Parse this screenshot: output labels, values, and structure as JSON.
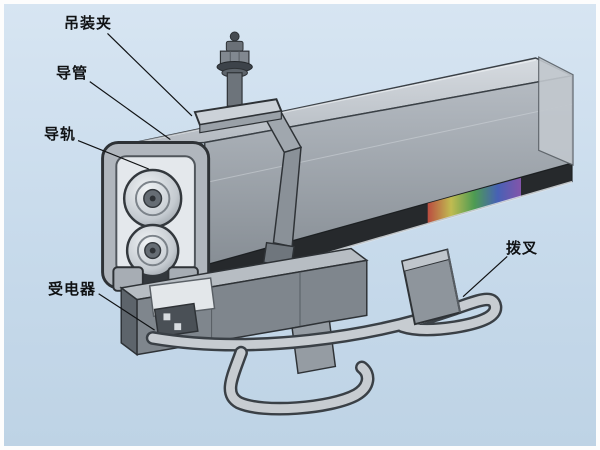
{
  "diagram": {
    "labels": {
      "hanging_clamp": "吊装夹",
      "conduit": "导管",
      "guide_rail": "导轨",
      "current_collector": "受电器",
      "shift_fork": "拨叉"
    },
    "colors": {
      "background_top": "#d7e5f2",
      "background_bottom": "#bed3e5",
      "frame_border": "#fdfdfd",
      "metal_light": "#ccd2d8",
      "metal_mid": "#9aa1a8",
      "metal_dark": "#5d646b",
      "outline": "#2e3236",
      "bottom_stripe": "#26292c",
      "iridescent_sheen": [
        "#e05545",
        "#e7e05a",
        "#57b85c",
        "#4f6fd8",
        "#9a5fc9"
      ],
      "label_text": "#101214",
      "leader_line": "#101214"
    }
  }
}
